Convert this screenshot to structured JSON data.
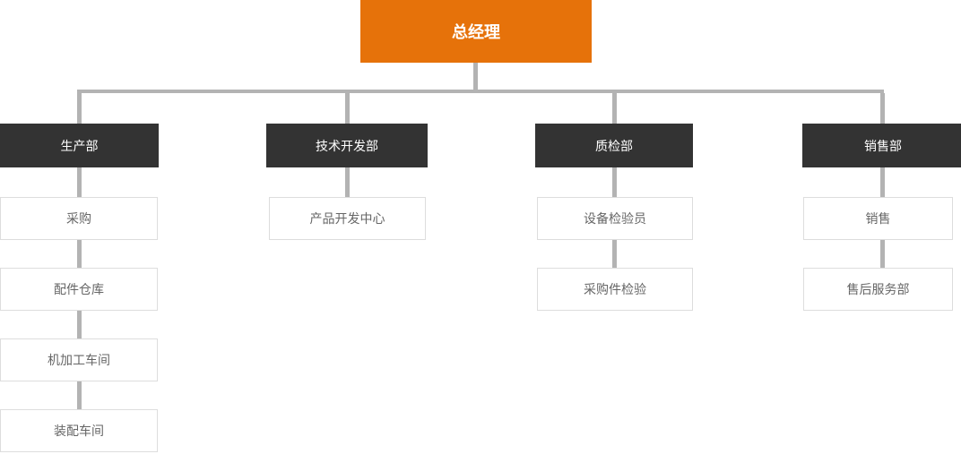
{
  "org": {
    "root": {
      "label": "总经理"
    },
    "departments": [
      {
        "label": "生产部",
        "children": [
          "采购",
          "配件仓库",
          "机加工车间",
          "装配车间"
        ]
      },
      {
        "label": "技术开发部",
        "children": [
          "产品开发中心"
        ]
      },
      {
        "label": "质检部",
        "children": [
          "设备检验员",
          "采购件检验"
        ]
      },
      {
        "label": "销售部",
        "children": [
          "销售",
          "售后服务部"
        ]
      }
    ]
  },
  "colors": {
    "root_bg": "#E6720A",
    "root_text": "#FFFFFF",
    "dept_bg": "#333333",
    "dept_text": "#FFFFFF",
    "child_bg": "#FFFFFF",
    "child_text": "#666666",
    "node_border": "#DDDDDD",
    "connector": "#B3B3B3"
  }
}
